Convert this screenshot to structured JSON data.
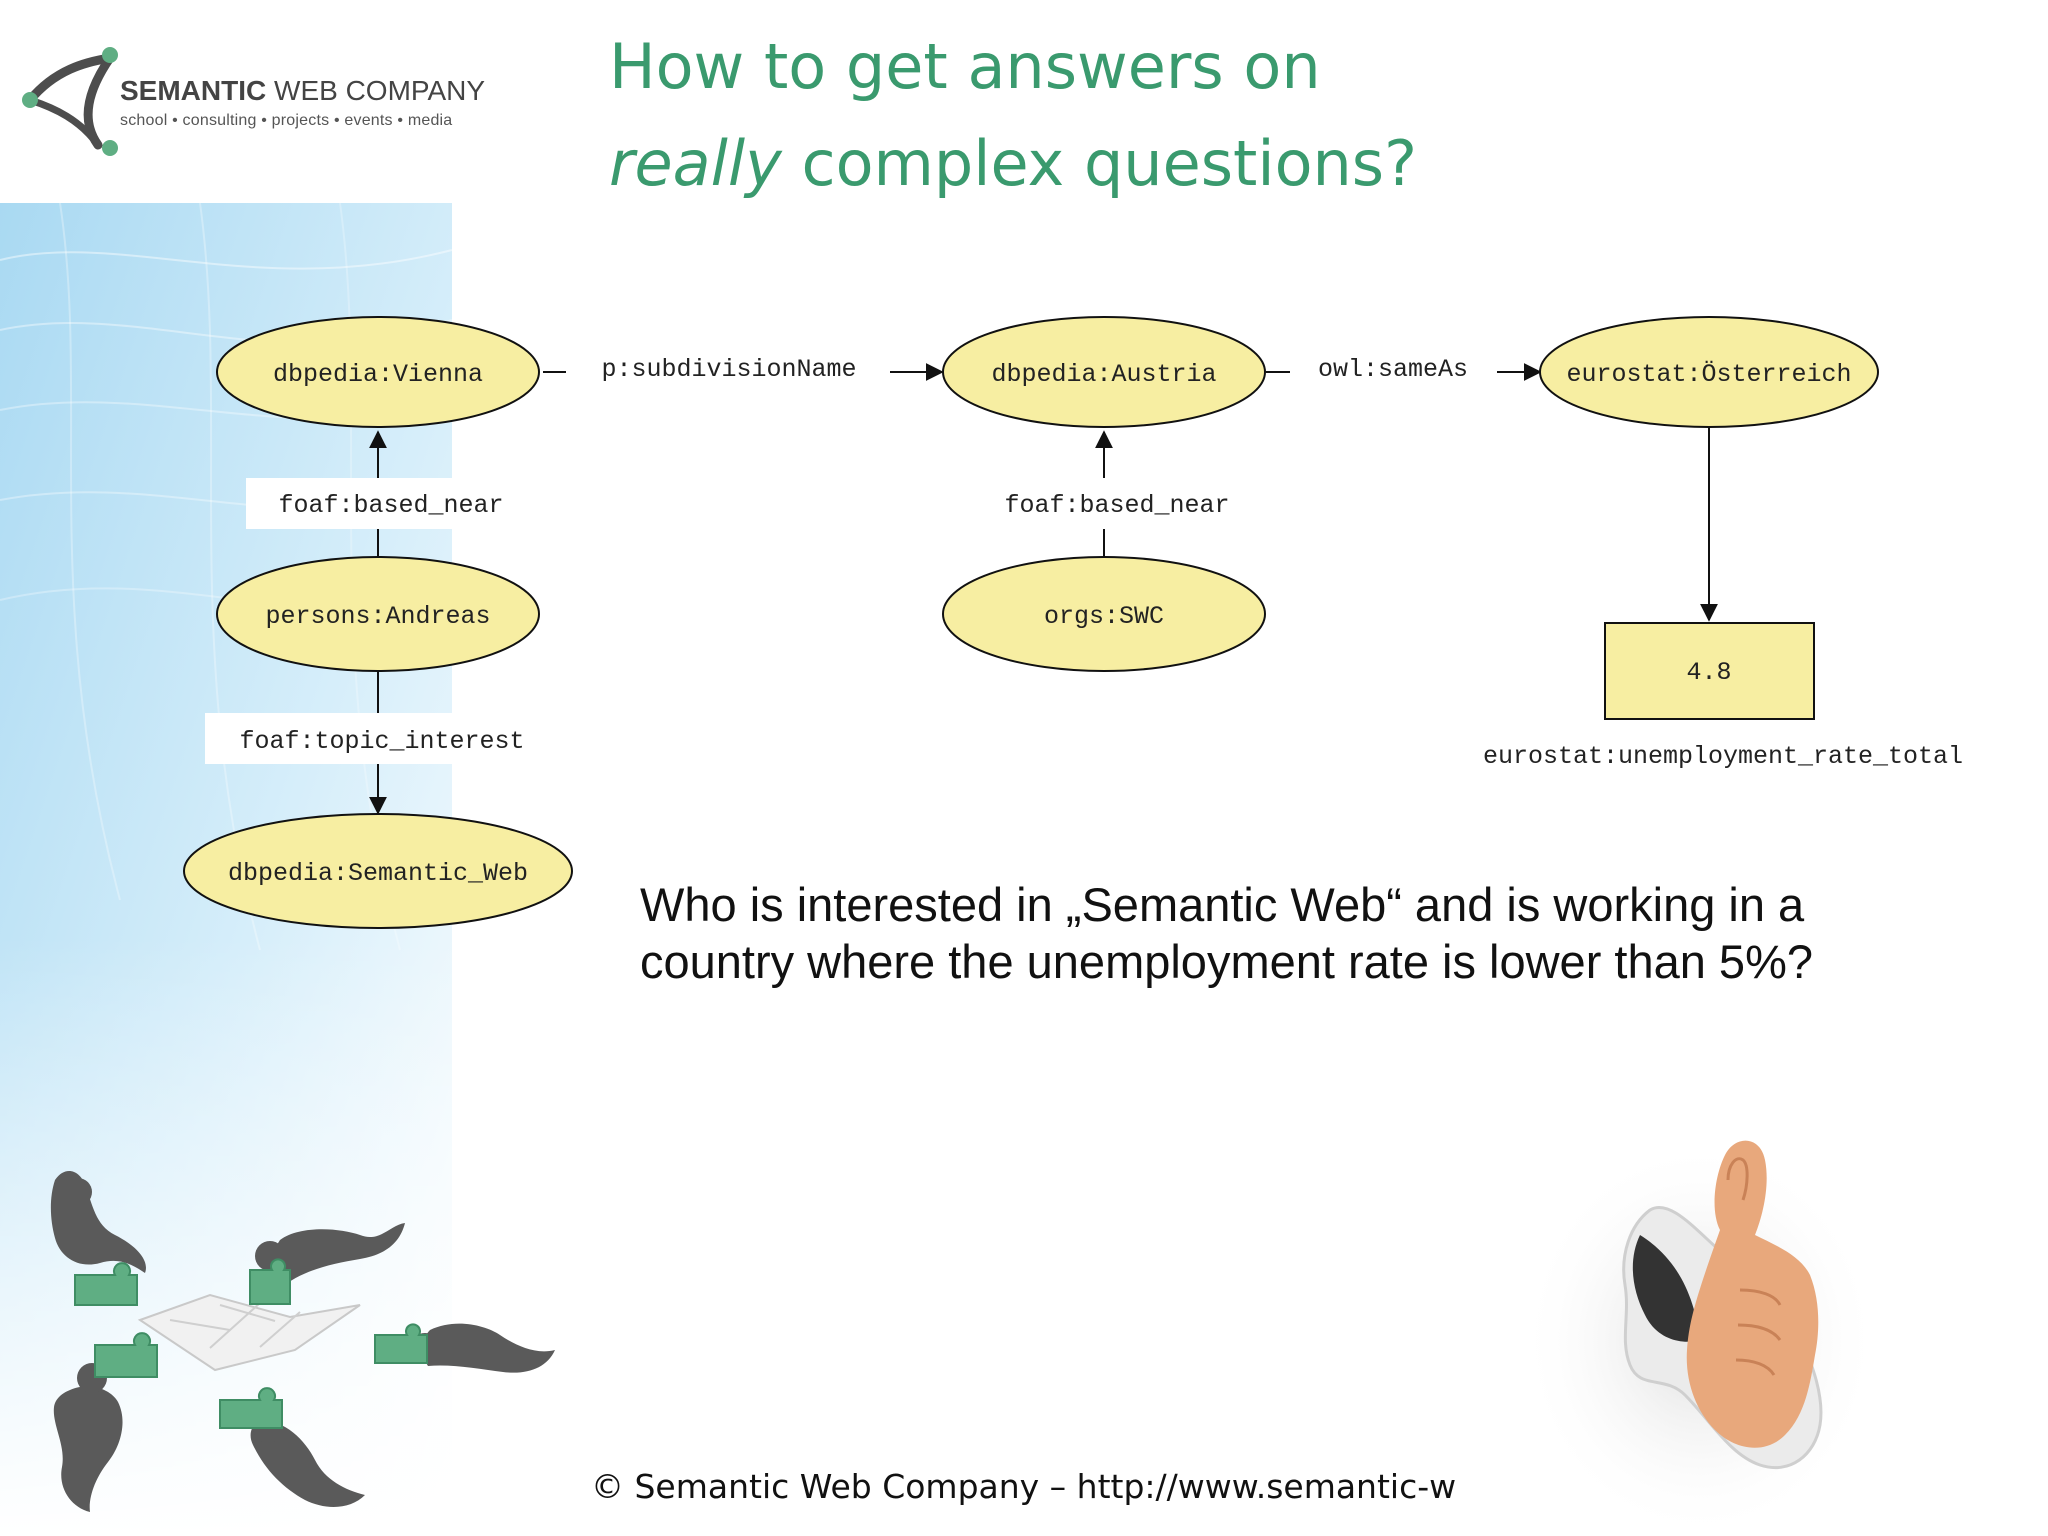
{
  "logo": {
    "name_bold": "SEMANTIC",
    "name_regular": " WEB COMPANY",
    "tagline": "school • consulting • projects • events • media"
  },
  "title": {
    "line1": "How to get answers on",
    "line2_emphasis": "really",
    "line2_rest": " complex questions?"
  },
  "nodes": {
    "vienna": "dbpedia:Vienna",
    "austria": "dbpedia:Austria",
    "oesterreich": "eurostat:Österreich",
    "andreas": "persons:Andreas",
    "swc": "orgs:SWC",
    "semantic_web": "dbpedia:Semantic_Web",
    "value": "4.8"
  },
  "edges": {
    "subdivision": "p:subdivisionName",
    "same_as": "owl:sameAs",
    "based_near_1": "foaf:based_near",
    "based_near_2": "foaf:based_near",
    "topic_interest": "foaf:topic_interest",
    "unemployment": "eurostat:unemployment_rate_total"
  },
  "question": {
    "line1": "Who is interested in „Semantic Web“ and is working in a",
    "line2": "country where the unemployment rate is lower than 5%?"
  },
  "footer": "© Semantic Web Company – http://www.semantic-w",
  "colors": {
    "title_green": "#3a9a6e",
    "node_fill": "#f7eea2",
    "node_stroke": "#111111",
    "sidebar_blue": "#bfe3f5",
    "figure_gray": "#5a5a5a",
    "puzzle_green": "#5fae83"
  }
}
